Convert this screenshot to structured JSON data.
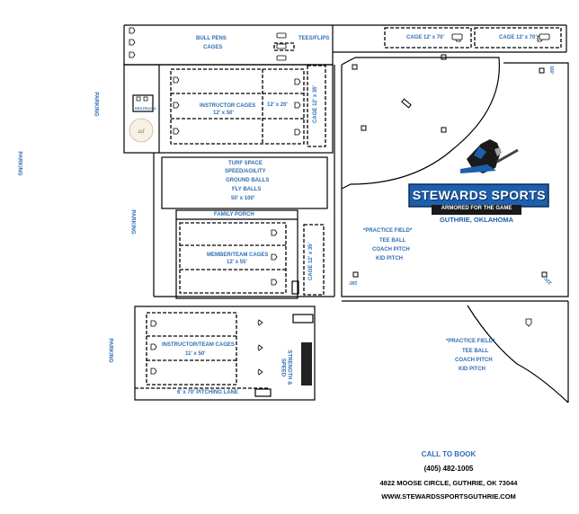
{
  "areas": {
    "bull_pens": "BULL PENS",
    "cages_label": "CAGES",
    "tees_flips": "TEES/FLIPS",
    "cage_top_a": "CAGE 12' x 70'",
    "cage_top_b": "CAGE 12' x 70'",
    "restroom": "RESTROOM",
    "instructor_cages": "INSTRUCTOR CAGES",
    "instructor_cages_size": "12' x 50'",
    "cage_12x20": "12' x 20'",
    "cage_vertical_1": "CAGE",
    "cage_vertical_1_size": "12' x 35'",
    "turf_space": "TURF SPACE",
    "speed_agility": "SPEED/AGILITY",
    "ground_balls": "GROUND BALLS",
    "fly_balls": "FLY BALLS",
    "turf_size": "50' x 100'",
    "family_porch": "FAMILY PORCH",
    "member_team_cages": "MEMBER/TEAM CAGES",
    "member_team_size": "12' x 55'",
    "cage_vertical_2": "CAGE",
    "cage_vertical_2_size": "12' x 35'",
    "instructor_team_cages": "INSTRUCTOR/TEAM CAGES",
    "instructor_team_size": "11' x 50'",
    "strength_speed_a": "STRENGTH &",
    "strength_speed_b": "SPEED",
    "pitching_lane": "6' x 70'  PITCHING LANE",
    "parking_left": "PARKING",
    "parking_far_left": "PARKING",
    "parking_mid": "PARKING",
    "parking_bottom": "PARKING"
  },
  "field1": {
    "dist_top": "160'",
    "dist_left": "160'",
    "dist_right": "225'",
    "practice_title": "*PRACTICE FIELD*",
    "items": [
      "TEE BALL",
      "COACH PITCH",
      "KID PITCH"
    ]
  },
  "field2": {
    "practice_title": "*PRACTICE FIELD*",
    "items": [
      "TEE BALL",
      "COACH PITCH",
      "KID PITCH"
    ]
  },
  "brand": {
    "name": "STEWARDS SPORTS",
    "tagline": "ARMORED FOR THE GAME",
    "city": "GUTHRIE, OKLAHOMA"
  },
  "contact": {
    "call": "CALL TO BOOK",
    "phone": "(405) 482-1005",
    "address": "4822 MOOSE CIRCLE, GUTHRIE, OK 73044",
    "website": "WWW.STEWARDSSPORTSGUTHRIE.COM"
  },
  "colors": {
    "label_blue": "#2f6fb5",
    "brand_blue": "#1d5fae",
    "line": "#000000"
  },
  "icons": [
    "home-plate-icon",
    "knight-mascot-icon",
    "family-logo-icon"
  ]
}
